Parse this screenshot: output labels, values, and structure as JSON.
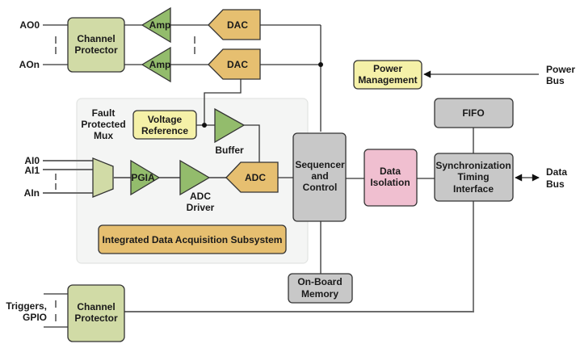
{
  "colors": {
    "protector": "#d1dba6",
    "amp": "#93bc6c",
    "dac": "#e6bf70",
    "voltage_ref": "#f5f1a8",
    "gray_box": "#c8c8c8",
    "isolation": "#f0bfd0",
    "subsystem_bg": "#f4f5f4",
    "subsystem_label_box": "#e6bf70"
  },
  "analog_out": {
    "labels": [
      "AO0",
      "AOn"
    ],
    "protector": [
      "Channel",
      "Protector"
    ],
    "amp_label": "Amp",
    "dac_label": "DAC"
  },
  "power": {
    "management": [
      "Power",
      "Management"
    ],
    "bus": [
      "Power",
      "Bus"
    ]
  },
  "subsystem": {
    "mux_label": [
      "Fault",
      "Protected",
      "Mux"
    ],
    "voltage_ref": [
      "Voltage",
      "Reference"
    ],
    "buffer_label": "Buffer",
    "inputs": [
      "AI0",
      "AI1",
      "AIn"
    ],
    "pgia_label": "PGIA",
    "adc_driver": [
      "ADC",
      "Driver"
    ],
    "adc_label": "ADC",
    "title": "Integrated Data Acquisition Subsystem"
  },
  "sequencer": [
    "Sequencer",
    "and",
    "Control"
  ],
  "isolation": [
    "Data",
    "Isolation"
  ],
  "fifo": "FIFO",
  "sync": [
    "Synchronization",
    "Timing",
    "Interface"
  ],
  "data_bus": [
    "Data",
    "Bus"
  ],
  "memory": [
    "On-Board",
    "Memory"
  ],
  "triggers": {
    "labels": [
      "Triggers,",
      "GPIO"
    ],
    "protector": [
      "Channel",
      "Protector"
    ]
  }
}
